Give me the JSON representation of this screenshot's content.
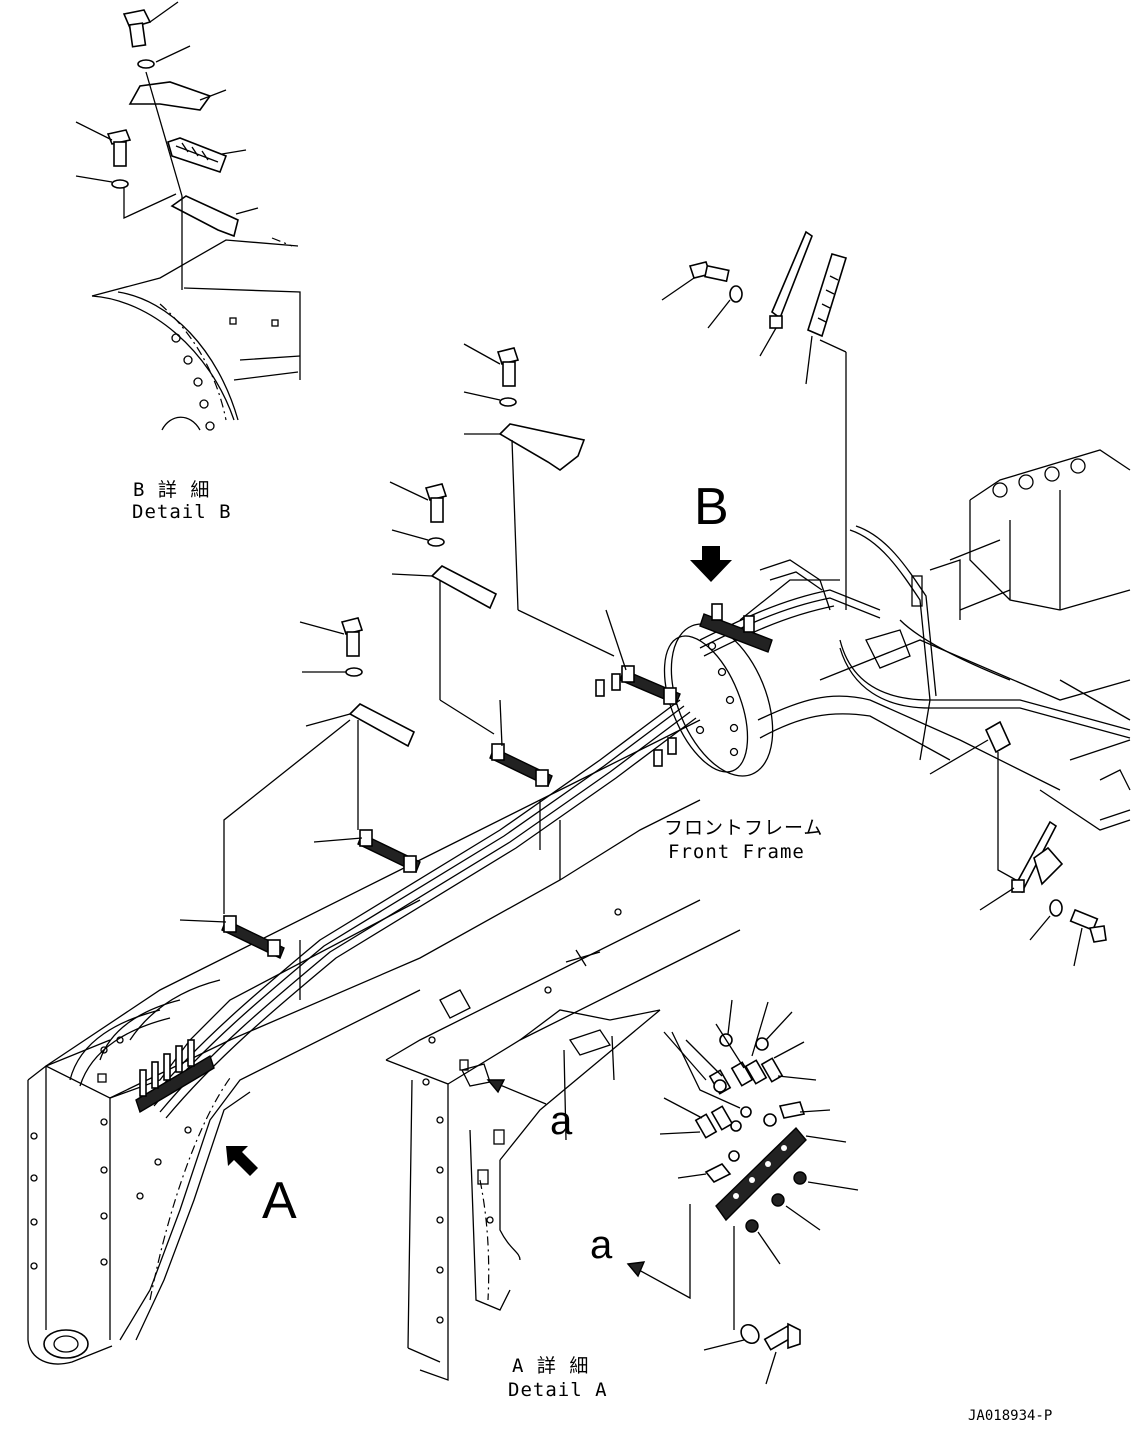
{
  "labels": {
    "view_b": "B",
    "view_a": "A",
    "ref_a_top": "a",
    "ref_a_bottom": "a",
    "detail_b_jp": "B 詳 細",
    "detail_b_en": "Detail B",
    "detail_a_jp": "A 詳 細",
    "detail_a_en": "Detail A",
    "front_frame_jp": "フロントフレーム",
    "front_frame_en": "Front Frame",
    "drawing_code": "JA018934-P"
  },
  "colors": {
    "line": "#000000",
    "background": "#ffffff"
  }
}
